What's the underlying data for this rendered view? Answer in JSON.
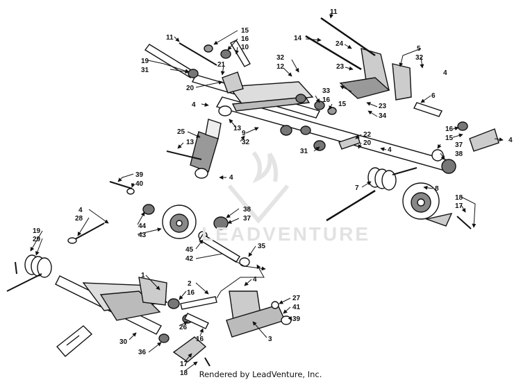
{
  "credit": "Rendered by LeadVenture, Inc.",
  "watermark": "LEADVENTURE",
  "parts": [
    {
      "id": "p1",
      "text": "11"
    },
    {
      "id": "p2",
      "text": "15"
    },
    {
      "id": "p3",
      "text": "16"
    },
    {
      "id": "p4",
      "text": "10"
    },
    {
      "id": "p5",
      "text": "11"
    },
    {
      "id": "p6",
      "text": "19"
    },
    {
      "id": "p7",
      "text": "31"
    },
    {
      "id": "p8",
      "text": "32"
    },
    {
      "id": "p9",
      "text": "12"
    },
    {
      "id": "p10",
      "text": "21"
    },
    {
      "id": "p11",
      "text": "14"
    },
    {
      "id": "p12",
      "text": "24"
    },
    {
      "id": "p13",
      "text": "23"
    },
    {
      "id": "p14",
      "text": "5"
    },
    {
      "id": "p15",
      "text": "32"
    },
    {
      "id": "p16",
      "text": "4"
    },
    {
      "id": "p17",
      "text": "20"
    },
    {
      "id": "p18",
      "text": "33"
    },
    {
      "id": "p19",
      "text": "16"
    },
    {
      "id": "p20",
      "text": "15"
    },
    {
      "id": "p21",
      "text": "23"
    },
    {
      "id": "p22",
      "text": "34"
    },
    {
      "id": "p23",
      "text": "6"
    },
    {
      "id": "p24",
      "text": "4"
    },
    {
      "id": "p25",
      "text": "13"
    },
    {
      "id": "p26",
      "text": "9"
    },
    {
      "id": "p27",
      "text": "25"
    },
    {
      "id": "p28",
      "text": "13"
    },
    {
      "id": "p29",
      "text": "32"
    },
    {
      "id": "p30",
      "text": "22"
    },
    {
      "id": "p31",
      "text": "20"
    },
    {
      "id": "p32",
      "text": "4"
    },
    {
      "id": "p33",
      "text": "31"
    },
    {
      "id": "p34",
      "text": "16"
    },
    {
      "id": "p35",
      "text": "15"
    },
    {
      "id": "p36",
      "text": "4"
    },
    {
      "id": "p37",
      "text": "37"
    },
    {
      "id": "p38",
      "text": "38"
    },
    {
      "id": "p39",
      "text": "4"
    },
    {
      "id": "p40",
      "text": "7"
    },
    {
      "id": "p41",
      "text": "8"
    },
    {
      "id": "p42",
      "text": "18"
    },
    {
      "id": "p43",
      "text": "17"
    },
    {
      "id": "p44",
      "text": "39"
    },
    {
      "id": "p45",
      "text": "40"
    },
    {
      "id": "p46",
      "text": "4"
    },
    {
      "id": "p47",
      "text": "28"
    },
    {
      "id": "p48",
      "text": "44"
    },
    {
      "id": "p49",
      "text": "43"
    },
    {
      "id": "p50",
      "text": "38"
    },
    {
      "id": "p51",
      "text": "37"
    },
    {
      "id": "p52",
      "text": "19"
    },
    {
      "id": "p53",
      "text": "29"
    },
    {
      "id": "p54",
      "text": "35"
    },
    {
      "id": "p55",
      "text": "45"
    },
    {
      "id": "p56",
      "text": "42"
    },
    {
      "id": "p57",
      "text": "1"
    },
    {
      "id": "p58",
      "text": "4"
    },
    {
      "id": "p59",
      "text": "2"
    },
    {
      "id": "p60",
      "text": "16"
    },
    {
      "id": "p61",
      "text": "27"
    },
    {
      "id": "p62",
      "text": "41"
    },
    {
      "id": "p63",
      "text": "39"
    },
    {
      "id": "p64",
      "text": "26"
    },
    {
      "id": "p65",
      "text": "16"
    },
    {
      "id": "p66",
      "text": "3"
    },
    {
      "id": "p67",
      "text": "30"
    },
    {
      "id": "p68",
      "text": "36"
    },
    {
      "id": "p69",
      "text": "17"
    },
    {
      "id": "p70",
      "text": "18"
    }
  ]
}
